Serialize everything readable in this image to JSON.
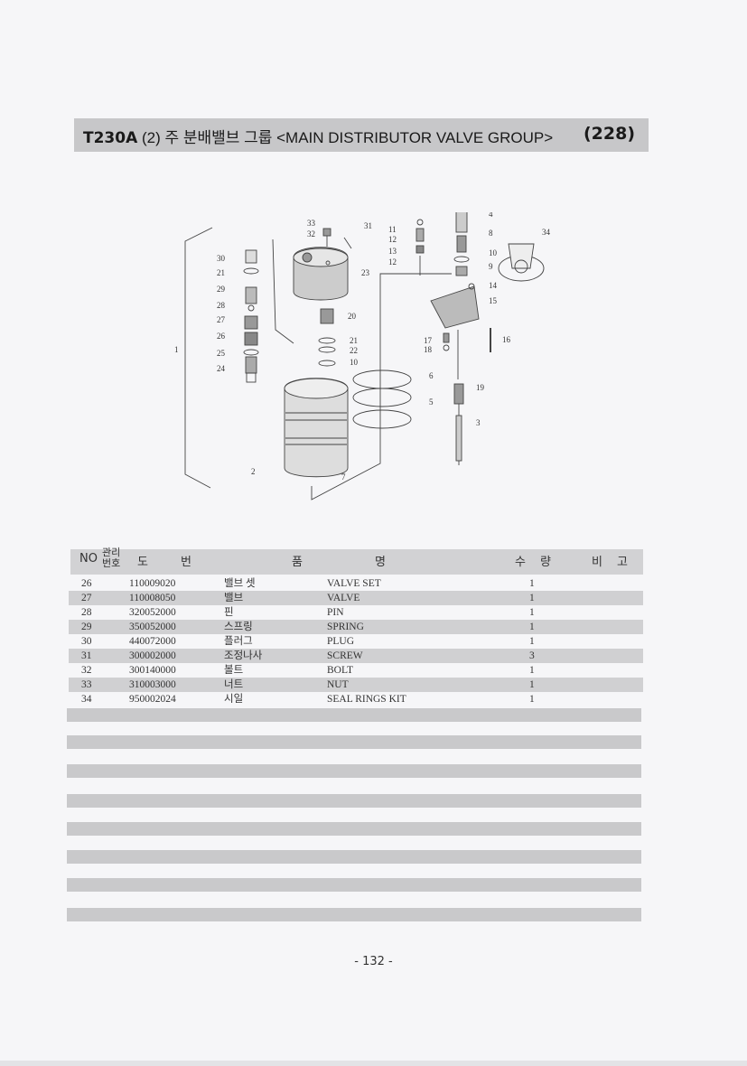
{
  "header": {
    "code": "T230A",
    "title": "(2) 주 분배밸브 그룹 <MAIN DISTRIBUTOR VALVE GROUP>",
    "page_ref": "(228)"
  },
  "diagram": {
    "callouts": [
      "1",
      "2",
      "3",
      "4",
      "5",
      "6",
      "7",
      "8",
      "9",
      "10",
      "10",
      "11",
      "12",
      "12",
      "13",
      "14",
      "15",
      "16",
      "17",
      "18",
      "19",
      "20",
      "21",
      "21",
      "22",
      "23",
      "24",
      "25",
      "26",
      "27",
      "28",
      "29",
      "30",
      "31",
      "32",
      "33",
      "34"
    ]
  },
  "table": {
    "headers": {
      "no": "NO",
      "mgmt_top": "관리",
      "mgmt_bottom": "번호",
      "drawing_1": "도",
      "drawing_2": "번",
      "name_1": "품",
      "name_2": "명",
      "qty_1": "수",
      "qty_2": "량",
      "remark_1": "비",
      "remark_2": "고"
    },
    "rows": [
      {
        "no": "26",
        "part": "110009020",
        "kr": "밸브 셋",
        "en": "VALVE SET",
        "qty": "1"
      },
      {
        "no": "27",
        "part": "110008050",
        "kr": "밸브",
        "en": "VALVE",
        "qty": "1"
      },
      {
        "no": "28",
        "part": "320052000",
        "kr": "핀",
        "en": "PIN",
        "qty": "1"
      },
      {
        "no": "29",
        "part": "350052000",
        "kr": "스프링",
        "en": "SPRING",
        "qty": "1"
      },
      {
        "no": "30",
        "part": "440072000",
        "kr": "플러그",
        "en": "PLUG",
        "qty": "1"
      },
      {
        "no": "31",
        "part": "300002000",
        "kr": "조정나사",
        "en": "SCREW",
        "qty": "3"
      },
      {
        "no": "32",
        "part": "300140000",
        "kr": "볼트",
        "en": "BOLT",
        "qty": "1"
      },
      {
        "no": "33",
        "part": "310003000",
        "kr": "너트",
        "en": "NUT",
        "qty": "1"
      },
      {
        "no": "34",
        "part": "950002024",
        "kr": "시일",
        "en": "SEAL RINGS KIT",
        "qty": "1"
      }
    ]
  },
  "footer": {
    "page_number": "- 132 -"
  }
}
